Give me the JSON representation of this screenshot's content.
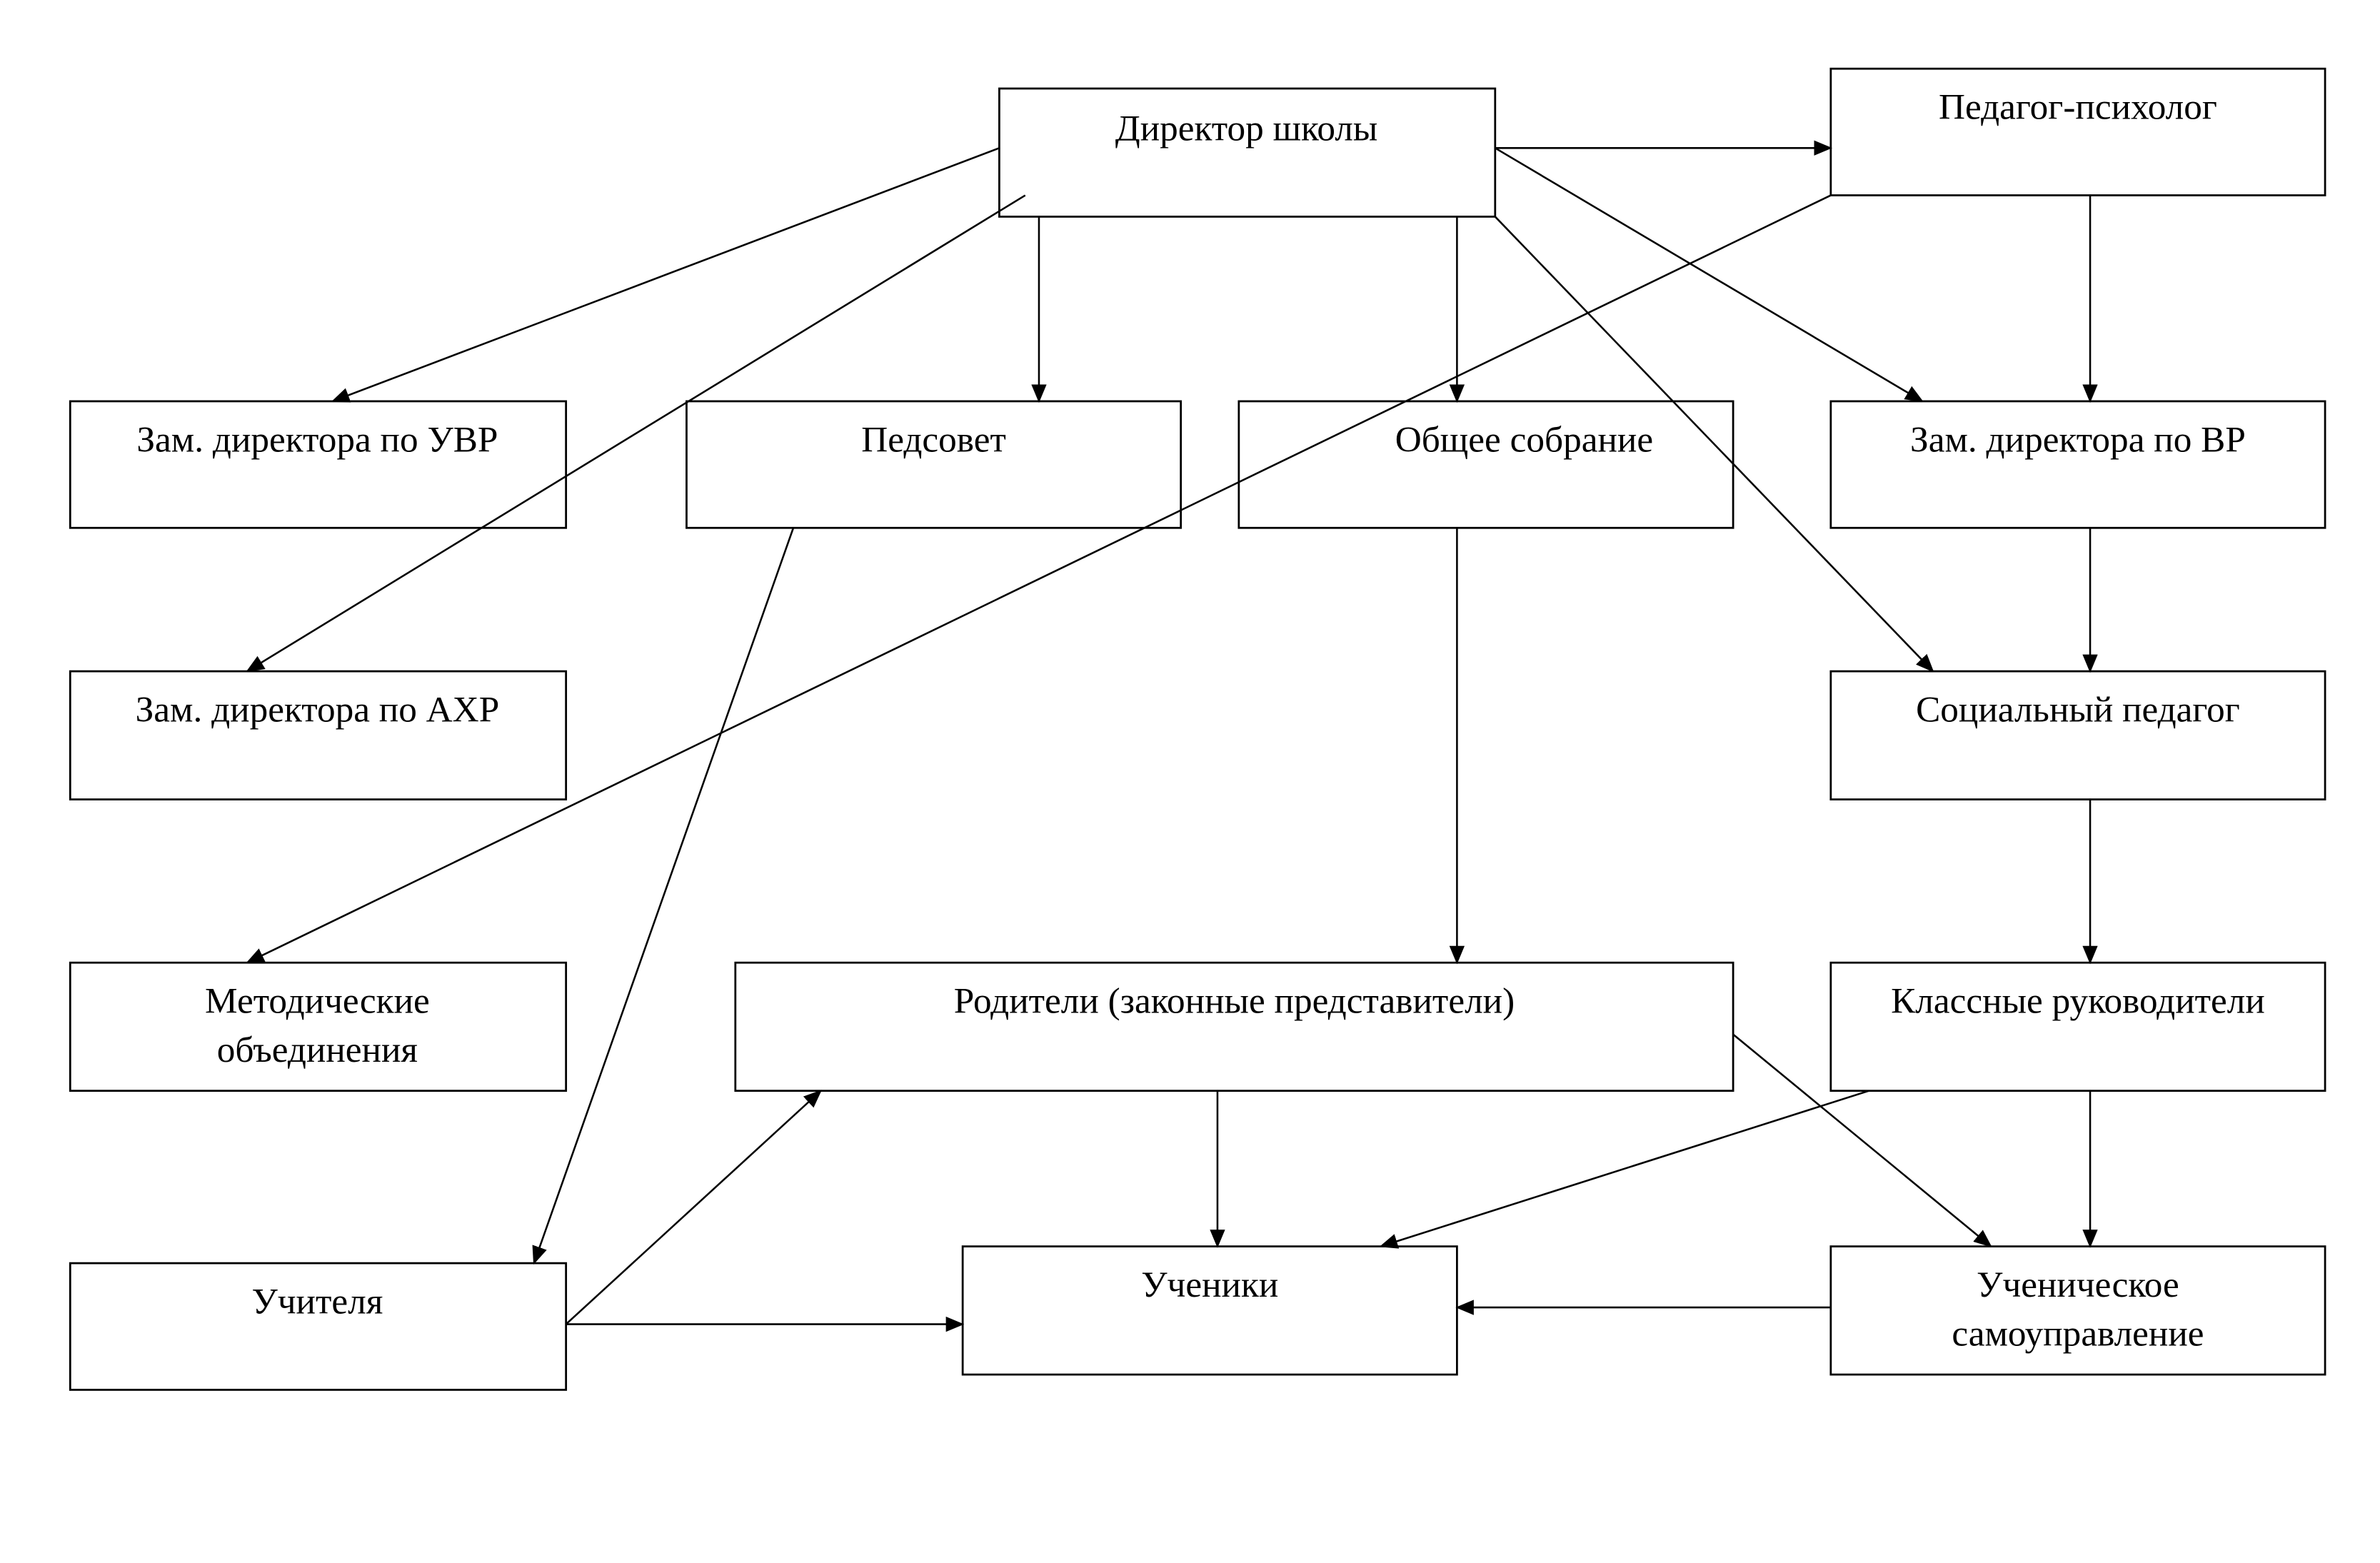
{
  "nodes": {
    "director": "Директор школы",
    "psychologist": "Педагог-психолог",
    "deputy_uvr": "Зам. директора по УВР",
    "pedsovet": "Педсовет",
    "general_meeting": "Общее собрание",
    "deputy_vr": "Зам. директора по ВР",
    "deputy_ahr": "Зам. директора по АХР",
    "social_pedagogue": "Социальный педагог",
    "methodical_1": "Методические",
    "methodical_2": "объединения",
    "parents": "Родители (законные представители)",
    "class_teachers": "Классные руководители",
    "teachers": "Учителя",
    "students": "Ученики",
    "self_gov_1": "Ученическое",
    "self_gov_2": "самоуправление"
  }
}
